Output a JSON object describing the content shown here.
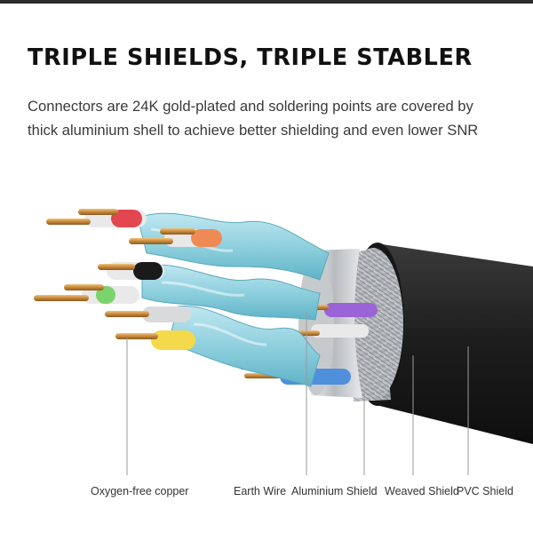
{
  "header": {
    "title": "TRIPLE SHIELDS, TRIPLE STABLER",
    "description_lines": [
      "Connectors are 24K gold-plated and soldering points are covered by",
      "thick aluminium shell to achieve better shielding and even lower SNR"
    ]
  },
  "callouts": [
    {
      "label": "Oxygen-free copper"
    },
    {
      "label": "Earth Wire"
    },
    {
      "label": "Aluminium Shield"
    },
    {
      "label": "Weaved Shield"
    },
    {
      "label": "PVC Shield"
    }
  ],
  "colors": {
    "jacket": "#1c1c1c",
    "braid": "#b9bcc0",
    "foil": "#d7dadd",
    "pair_shield": "#8fd0de",
    "copper": "#c7883a",
    "wire_red": "#e2474f",
    "wire_orange": "#f08a55",
    "wire_black": "#1a1a1a",
    "wire_green": "#7bd36d",
    "wire_yellow": "#f4d94a",
    "wire_purple": "#9a63d6",
    "wire_blue": "#4f8fdc"
  }
}
